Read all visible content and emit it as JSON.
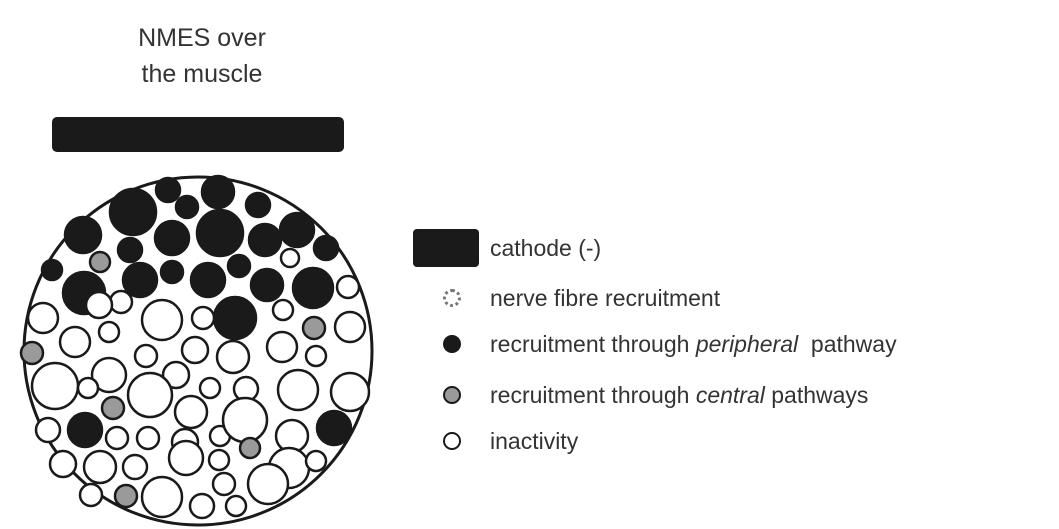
{
  "title": {
    "line1": "NMES over",
    "line2": "the muscle"
  },
  "legend": {
    "cathode": "cathode (-)",
    "nerve": "nerve fibre recruitment",
    "peripheral": {
      "pre": "recruitment through ",
      "em": "peripheral",
      "post": "  pathway"
    },
    "central": {
      "pre": "recruitment through ",
      "em": "central",
      "post": " pathways"
    },
    "inactivity": "inactivity"
  },
  "colors": {
    "peripheral": "#1a1a1a",
    "central": "#9a9a9a",
    "inactive": "#ffffff",
    "outline": "#1a1a1a"
  }
}
